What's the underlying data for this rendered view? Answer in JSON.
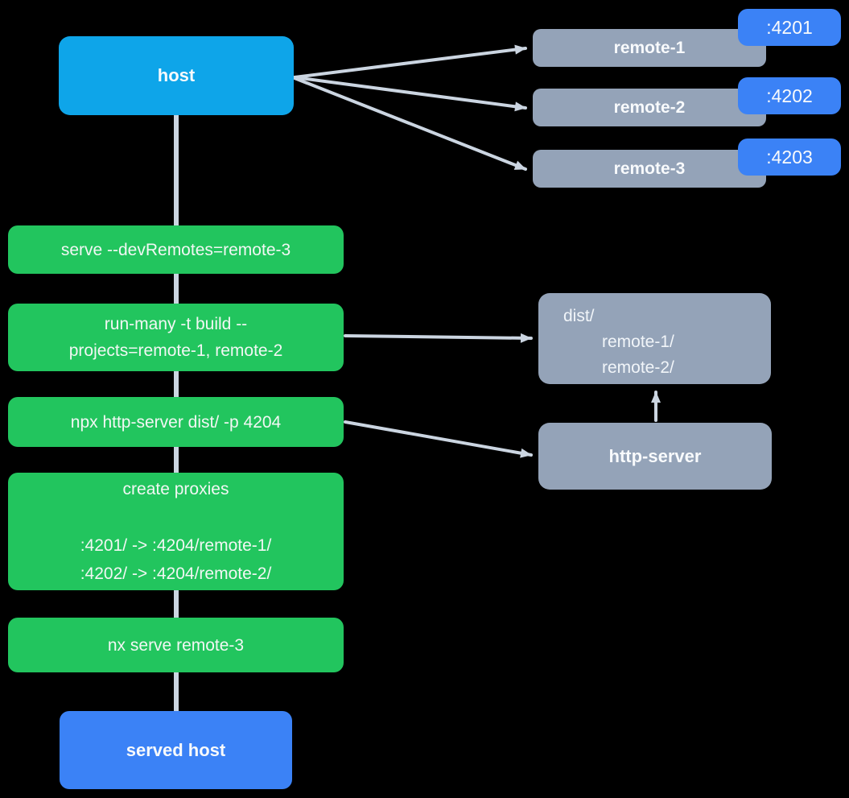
{
  "colors": {
    "bg": "#000000",
    "host": "#0ea5e9",
    "blue": "#3b82f6",
    "green": "#22c55e",
    "gray": "#94a3b8",
    "edge": "#cbd5e1",
    "text": "#ffffff"
  },
  "nodes": {
    "host": {
      "label": "host"
    },
    "served_host": {
      "label": "served host"
    },
    "remotes": [
      {
        "label": "remote-1",
        "port": ":4201"
      },
      {
        "label": "remote-2",
        "port": ":4202"
      },
      {
        "label": "remote-3",
        "port": ":4203"
      }
    ],
    "steps": [
      {
        "text": "serve --devRemotes=remote-3"
      },
      {
        "text": "run-many -t build --\nprojects=remote-1, remote-2"
      },
      {
        "text": "npx http-server dist/ -p 4204"
      },
      {
        "text": "create proxies\n\n:4201/ -> :4204/remote-1/\n:4202/ -> :4204/remote-2/"
      },
      {
        "text": "nx serve remote-3"
      }
    ],
    "dist": {
      "lines": [
        "dist/",
        "remote-1/",
        "remote-2/"
      ]
    },
    "http_server": {
      "label": "http-server"
    }
  },
  "edges": [
    {
      "from": "host",
      "to": "remote-1"
    },
    {
      "from": "host",
      "to": "remote-2"
    },
    {
      "from": "host",
      "to": "remote-3"
    },
    {
      "from": "host",
      "to": "served-host",
      "via": "command-steps"
    },
    {
      "from": "step-run-many",
      "to": "dist"
    },
    {
      "from": "step-npx-http-server",
      "to": "http-server"
    },
    {
      "from": "http-server",
      "to": "dist"
    }
  ]
}
